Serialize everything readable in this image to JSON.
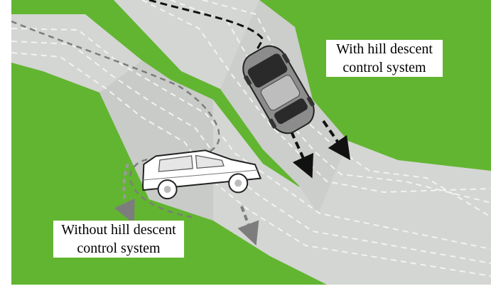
{
  "colors": {
    "grass": "#62b531",
    "road": "#d4d6d3",
    "road_shade": "#c4c6c3",
    "lane_marking": "#f2f2f2",
    "path_with": "#111111",
    "path_without": "#7d7d7d",
    "background": "#ffffff"
  },
  "labels": {
    "with": {
      "line1": "With hill descent",
      "line2": "control system"
    },
    "without": {
      "line1": "Without hill descent",
      "line2": "control system"
    }
  }
}
